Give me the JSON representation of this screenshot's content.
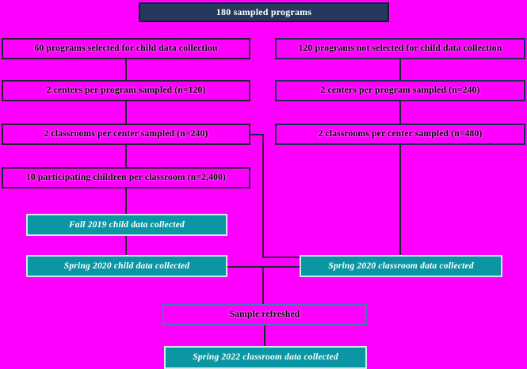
{
  "diagram": {
    "title_node": "180 sampled programs",
    "left_branch": [
      {
        "label": "60 programs selected for child data collection"
      },
      {
        "label": "2 centers per program sampled (n=120)"
      },
      {
        "label": "2 classrooms per center sampled (n=240)"
      },
      {
        "label": "10 participating children per classroom (n=2,400)"
      },
      {
        "label": "Fall 2019 child data collected"
      },
      {
        "label": "Spring 2020 child data collected"
      }
    ],
    "right_branch": [
      {
        "label": "120 programs not selected for child data collection"
      },
      {
        "label": "2 centers per program sampled (n=240)"
      },
      {
        "label": "2 classrooms per center sampled (n=480)"
      },
      {
        "label": "Spring 2020 classroom data collected"
      }
    ],
    "bottom_branch": [
      {
        "label": "Sample refreshed"
      },
      {
        "label": "Spring 2022 classroom data collected"
      }
    ],
    "palette": {
      "background": "#ff00ff",
      "root_fill": "#24395c",
      "root_border": "#0e1a33",
      "left_box_border": "#1f2633",
      "right_box_border": "#1c2f55",
      "teal_fill": "#0b96a4",
      "teal_border": "#cfe9ec",
      "refresh_border": "#4676b8",
      "connector": "#1f2633",
      "text_dark": "#000000",
      "text_light": "#ffffff"
    }
  }
}
